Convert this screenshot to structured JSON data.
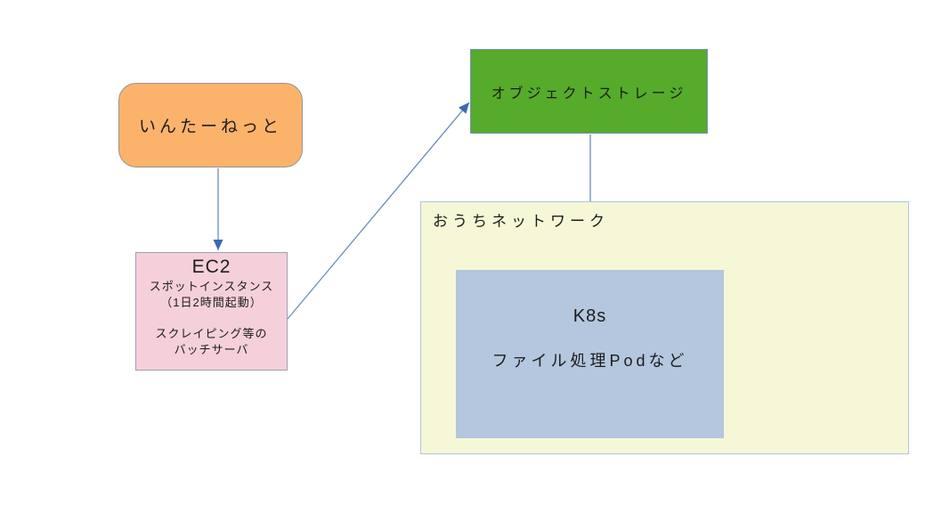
{
  "diagram": {
    "internet": {
      "label": "いんたーねっと"
    },
    "object_storage": {
      "label": "オブジェクトストレージ"
    },
    "ec2": {
      "title": "EC2",
      "spot_line1": "スポットインスタンス",
      "spot_line2": "（1日2時間起動）",
      "role_line1": "スクレイピング等の",
      "role_line2": "バッチサーバ"
    },
    "home_network": {
      "label": "おうちネットワーク"
    },
    "k8s": {
      "title": "K8s",
      "subtitle": "ファイル処理Podなど"
    },
    "connections": [
      {
        "from": "internet",
        "to": "ec2"
      },
      {
        "from": "ec2",
        "to": "object_storage"
      },
      {
        "from": "object_storage",
        "to": "k8s"
      }
    ]
  },
  "colors": {
    "internet-fill": "#fbb36c",
    "internet-border": "#949494",
    "storage-fill": "#56ab2b",
    "storage-border": "#7292b4",
    "ec2-fill": "#f5d0da",
    "ec2-border": "#9e9fb0",
    "network-fill": "#f5f7d6",
    "network-border": "#abc6e0",
    "k8s-fill": "#b4c7de",
    "arrow": "#6b8cba",
    "arrowhead": "#3a6bb0",
    "text": "#1c1c1c"
  }
}
